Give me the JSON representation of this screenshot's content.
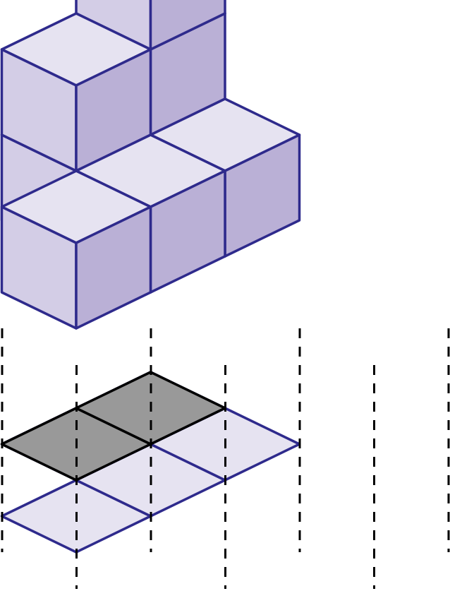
{
  "diagram": {
    "cube_colors": {
      "top": "#e6e3f1",
      "left": "#d3cde6",
      "right": "#bab0d6",
      "edge": "#2e2a8c"
    },
    "floor_colors": {
      "tile": "#e6e3f1",
      "edge": "#2e2a8c",
      "shaded": "#999999",
      "shaded_edge": "#000000"
    },
    "guide_color": "#000000",
    "stacks": [
      {
        "row": 0,
        "col": 0,
        "height": 1
      },
      {
        "row": 0,
        "col": 1,
        "height": 1
      },
      {
        "row": 0,
        "col": 2,
        "height": 1
      },
      {
        "row": 1,
        "col": 1,
        "height": 2
      },
      {
        "row": 1,
        "col": 2,
        "height": 3
      }
    ],
    "shaded_cells": [
      {
        "row": 1,
        "col": 1
      },
      {
        "row": 1,
        "col": 2
      }
    ]
  }
}
